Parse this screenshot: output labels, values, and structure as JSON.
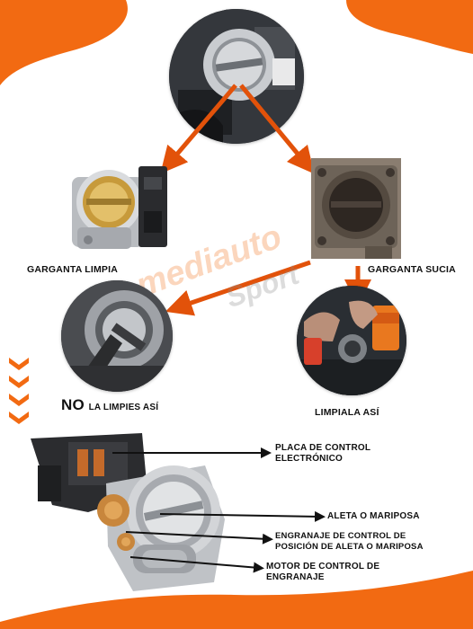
{
  "colors": {
    "orange": "#f26a12",
    "dark_orange": "#e2520a",
    "text": "#111111",
    "background": "#ffffff"
  },
  "labels": {
    "clean_throat": "GARGANTA LIMPIA",
    "dirty_throat": "GARGANTA SUCIA",
    "no_word": "NO",
    "dont_clean_rest": "LA LIMPIES ASÍ",
    "clean_like_this": "LIMPIALA ASÍ"
  },
  "watermark": {
    "brand": "mediauto",
    "sub": "Sport"
  },
  "parts": [
    {
      "line1": "PLACA DE CONTROL",
      "line2": "ELECTRÓNICO"
    },
    {
      "line1": "ALETA O MARIPOSA",
      "line2": ""
    },
    {
      "line1": "ENGRANAJE DE CONTROL DE",
      "line2": "POSICIÓN DE ALETA O MARIPOSA"
    },
    {
      "line1": "MOTOR DE CONTROL DE",
      "line2": "ENGRANAJE"
    }
  ],
  "icons": {
    "arrows_down": "chevron-down-stack-icon",
    "flow_arrows": "orange-arrow-icon",
    "pointer_arrows": "black-pointer-arrow-icon"
  }
}
